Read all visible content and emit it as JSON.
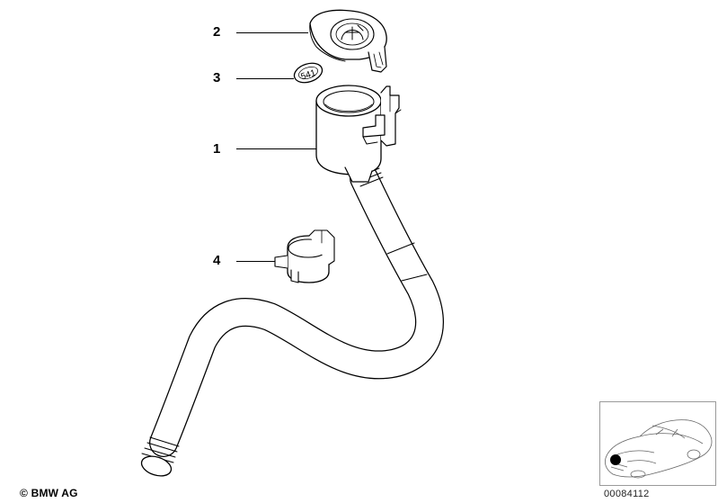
{
  "callouts": [
    {
      "id": "2",
      "label": "2"
    },
    {
      "id": "3",
      "label": "3"
    },
    {
      "id": "1",
      "label": "1"
    },
    {
      "id": "4",
      "label": "4"
    }
  ],
  "cap_marking": "541",
  "copyright": "© BMW AG",
  "part_number": "00084112",
  "icons": {
    "reservoir_cap": "washer-reservoir-cap",
    "washer_icon": "windshield-washer-icon",
    "vehicle": "vehicle-location-icon"
  }
}
